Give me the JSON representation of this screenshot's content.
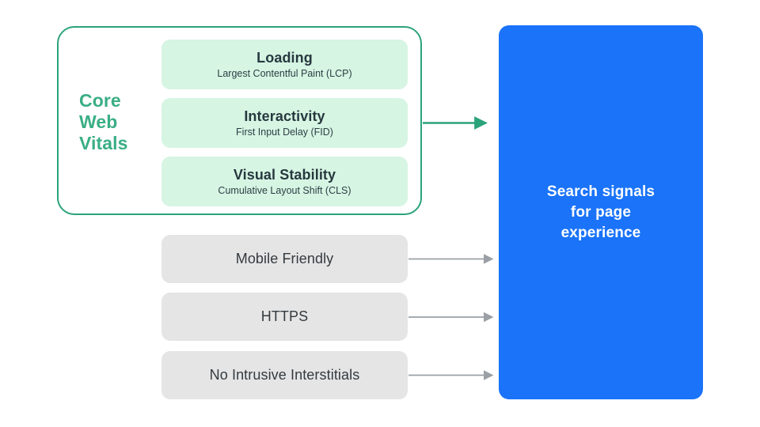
{
  "diagram": {
    "title": "Search signals for page experience",
    "colors": {
      "green_accent": "#3AAE85",
      "green_border": "#2BA37A",
      "green_pill_fill": "#D6F5E3",
      "gray_fill": "#E5E5E6",
      "gray_arrow": "#9AA0A6",
      "blue_fill": "#1A73F8",
      "text_dark": "#27383F",
      "text_white": "#FFFFFF",
      "background": "#FFFFFF"
    },
    "core_web_vitals": {
      "group_label": "Core\nWeb\nVitals",
      "group_label_lines": [
        "Core",
        "Web",
        "Vitals"
      ],
      "metrics": [
        {
          "title": "Loading",
          "subtitle": "Largest Contentful Paint (LCP)"
        },
        {
          "title": "Interactivity",
          "subtitle": "First Input Delay (FID)"
        },
        {
          "title": "Visual Stability",
          "subtitle": "Cumulative Layout Shift (CLS)"
        }
      ]
    },
    "other_signals": [
      {
        "label": "Mobile Friendly"
      },
      {
        "label": "HTTPS"
      },
      {
        "label": "No Intrusive Interstitials"
      }
    ],
    "outcome": {
      "label": "Search signals\nfor page\nexperience"
    },
    "arrows": {
      "core_web_vitals_arrow": "green-arrow-right",
      "mobile_friendly_arrow": "gray-arrow-right",
      "https_arrow": "gray-arrow-right",
      "interstitials_arrow": "gray-arrow-right"
    }
  }
}
